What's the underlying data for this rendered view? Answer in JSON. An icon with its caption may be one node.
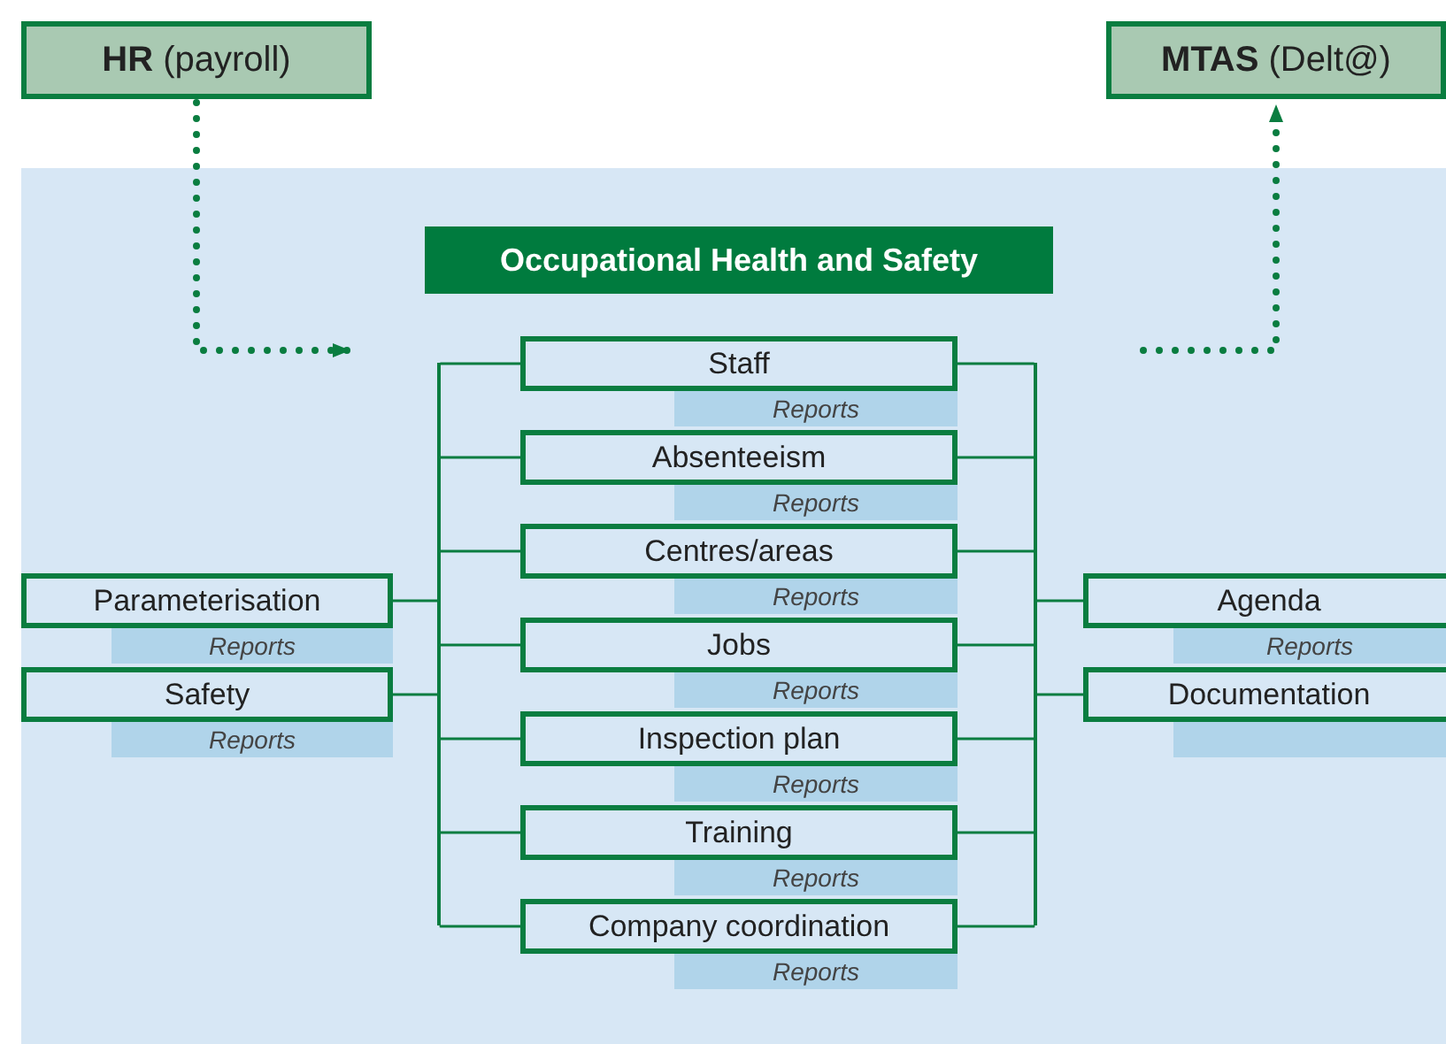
{
  "diagram": {
    "nodes": [
      {
        "text": [
          "**HR** (payroll)"
        ]
      },
      {
        "text": [
          "**MTAS** (Delt@)"
        ]
      },
      {
        "text": [
          "Occupational Health and Safety"
        ]
      },
      {
        "text": [
          "Staff"
        ]
      },
      {
        "text": [
          "Reports"
        ]
      },
      {
        "text": [
          "Absenteeism"
        ]
      },
      {
        "text": [
          "Reports"
        ]
      },
      {
        "text": [
          "Centres/areas"
        ]
      },
      {
        "text": [
          "Reports"
        ]
      },
      {
        "text": [
          "Jobs"
        ]
      },
      {
        "text": [
          "Reports"
        ]
      },
      {
        "text": [
          "Inspection plan"
        ]
      },
      {
        "text": [
          "Reports"
        ]
      },
      {
        "text": [
          "Training"
        ]
      },
      {
        "text": [
          "Reports"
        ]
      },
      {
        "text": [
          "Company coordination"
        ]
      },
      {
        "text": [
          "Reports"
        ]
      },
      {
        "text": [
          "Parameterisation"
        ]
      },
      {
        "text": [
          "Reports"
        ]
      },
      {
        "text": [
          "Safety"
        ]
      },
      {
        "text": [
          "Reports"
        ]
      },
      {
        "text": [
          "Agenda"
        ]
      },
      {
        "text": [
          "Reports"
        ]
      },
      {
        "text": [
          "Documentation"
        ]
      },
      {
        "text": [],
        "shape": "bar"
      },
      {
        "text": [],
        "shape": "bar"
      },
      {
        "text": [],
        "shape": "bar"
      }
    ],
    "edges": [
      {
        "from": 0,
        "to": null,
        "arrow": "to",
        "style": "dashed"
      },
      {
        "from": null,
        "to": 1,
        "arrow": "to",
        "style": "dashed"
      },
      {
        "from": 17,
        "to": 24,
        "arrow": "none"
      },
      {
        "from": 19,
        "to": 24,
        "arrow": "none"
      },
      {
        "from": 24,
        "to": 3,
        "arrow": "none"
      },
      {
        "from": 24,
        "to": 5,
        "arrow": "none"
      },
      {
        "from": 24,
        "to": 7,
        "arrow": "none"
      },
      {
        "from": 24,
        "to": 9,
        "arrow": "none"
      },
      {
        "from": 24,
        "to": 11,
        "arrow": "none"
      },
      {
        "from": 24,
        "to": 13,
        "arrow": "none"
      },
      {
        "from": 24,
        "to": 15,
        "arrow": "none"
      },
      {
        "from": 3,
        "to": 25,
        "arrow": "none"
      },
      {
        "from": 5,
        "to": 25,
        "arrow": "none"
      },
      {
        "from": 7,
        "to": 25,
        "arrow": "none"
      },
      {
        "from": 9,
        "to": 25,
        "arrow": "none"
      },
      {
        "from": 11,
        "to": 25,
        "arrow": "none"
      },
      {
        "from": 13,
        "to": 25,
        "arrow": "none"
      },
      {
        "from": 15,
        "to": 25,
        "arrow": "none"
      },
      {
        "from": 25,
        "to": 21,
        "arrow": "none"
      },
      {
        "from": 25,
        "to": 23,
        "arrow": "none"
      }
    ]
  }
}
